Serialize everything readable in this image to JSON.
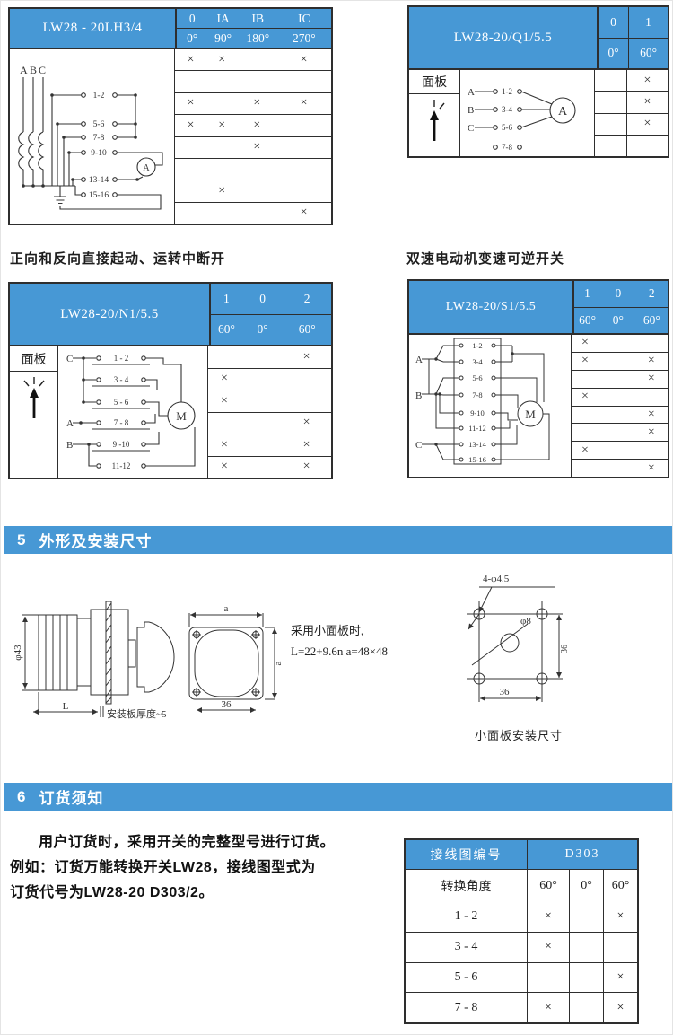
{
  "page": {
    "blue": "#4798d5",
    "border_dark": "#2e2e2e",
    "mark": "×"
  },
  "captions": {
    "left": "正向和反向直接起动、运转中断开",
    "right": "双速电动机变速可逆开关"
  },
  "sections": {
    "s5": {
      "number": "5",
      "title": "外形及安装尺寸"
    },
    "s6": {
      "number": "6",
      "title": "订货须知"
    }
  },
  "tables": {
    "lh34": {
      "title": "LW28 - 20LH3/4",
      "positions": [
        "0",
        "IA",
        "IB",
        "IC"
      ],
      "angles": [
        "0°",
        "90°",
        "180°",
        "270°"
      ],
      "rows": [
        [
          "×",
          "×",
          "",
          "×"
        ],
        [
          "",
          "",
          "",
          ""
        ],
        [
          "×",
          "",
          "×",
          "×"
        ],
        [
          "×",
          "×",
          "×",
          ""
        ],
        [
          "",
          "",
          "×",
          ""
        ],
        [
          "",
          "",
          "",
          ""
        ],
        [
          "",
          "×",
          "",
          ""
        ],
        [
          "",
          "",
          "",
          "×"
        ]
      ],
      "diagram": {
        "phase_labels": [
          "A",
          "B",
          "C"
        ],
        "contacts": [
          "1-2",
          "5-6",
          "7-8",
          "9-10",
          "13-14",
          "15-16"
        ],
        "meter": "A"
      }
    },
    "q1": {
      "title": "LW28-20/Q1/5.5",
      "panel": "面板",
      "positions": [
        "0",
        "1"
      ],
      "angles": [
        "0°",
        "60°"
      ],
      "rows": [
        [
          "",
          "×"
        ],
        [
          "",
          "×"
        ],
        [
          "",
          "×"
        ],
        [
          "",
          ""
        ]
      ],
      "diagram": {
        "phase_labels": [
          "A",
          "B",
          "C"
        ],
        "contacts": [
          "1-2",
          "3-4",
          "5-6",
          "7-8"
        ],
        "meter": "A"
      }
    },
    "n1": {
      "title": "LW28-20/N1/5.5",
      "panel": "面板",
      "positions": [
        "1",
        "0",
        "2"
      ],
      "angles": [
        "60°",
        "0°",
        "60°"
      ],
      "rows": [
        [
          "",
          "",
          "×"
        ],
        [
          "×",
          "",
          ""
        ],
        [
          "×",
          "",
          ""
        ],
        [
          "",
          "",
          "×"
        ],
        [
          "×",
          "",
          "×"
        ],
        [
          "×",
          "",
          "×"
        ]
      ],
      "diagram": {
        "phase_labels": [
          "C",
          "A",
          "B"
        ],
        "contacts": [
          "1 - 2",
          "3 - 4",
          "5 - 6",
          "7 - 8",
          "9 -10",
          "11-12"
        ],
        "motor": "M"
      }
    },
    "s1": {
      "title": "LW28-20/S1/5.5",
      "positions": [
        "1",
        "0",
        "2"
      ],
      "angles": [
        "60°",
        "0°",
        "60°"
      ],
      "rows": [
        [
          "×",
          "",
          ""
        ],
        [
          "×",
          "",
          "×"
        ],
        [
          "",
          "",
          "×"
        ],
        [
          "×",
          "",
          ""
        ],
        [
          "",
          "",
          "×"
        ],
        [
          "",
          "",
          "×"
        ],
        [
          "×",
          "",
          ""
        ],
        [
          "",
          "",
          "×"
        ]
      ],
      "diagram": {
        "phase_labels": [
          "A",
          "B",
          "C"
        ],
        "contacts": [
          "1-2",
          "3-4",
          "5-6",
          "7-8",
          "9-10",
          "11-12",
          "13-14",
          "15-16"
        ],
        "motor": "M"
      }
    },
    "d303": {
      "header_left": "接线图编号",
      "header_right": "D303",
      "angle_label": "转换角度",
      "angles": [
        "60°",
        "0°",
        "60°"
      ],
      "rows": [
        {
          "contact": "1 - 2",
          "marks": [
            "×",
            "",
            "×"
          ]
        },
        {
          "contact": "3 - 4",
          "marks": [
            "×",
            "",
            ""
          ]
        },
        {
          "contact": "5 - 6",
          "marks": [
            "",
            "",
            "×"
          ]
        },
        {
          "contact": "7 - 8",
          "marks": [
            "×",
            "",
            "×"
          ]
        }
      ]
    }
  },
  "drawings": {
    "dim_phi43": "φ43",
    "dim_L": "L",
    "plate_note": "安装板厚度~5",
    "dim_a": "a",
    "dim_36": "36",
    "note_line1": "采用小面板时,",
    "note_line2": "L=22+9.6n  a=48×48",
    "holes_label": "4-φ4.5",
    "hole_center_label": "φ8",
    "holes_caption": "小面板安装尺寸"
  },
  "ordering": {
    "line1": "用户订货时，采用开关的完整型号进行订货。",
    "line2": "例如：订货万能转换开关LW28，接线图型式为",
    "line3": "订货代号为LW28-20 D303/2。"
  }
}
